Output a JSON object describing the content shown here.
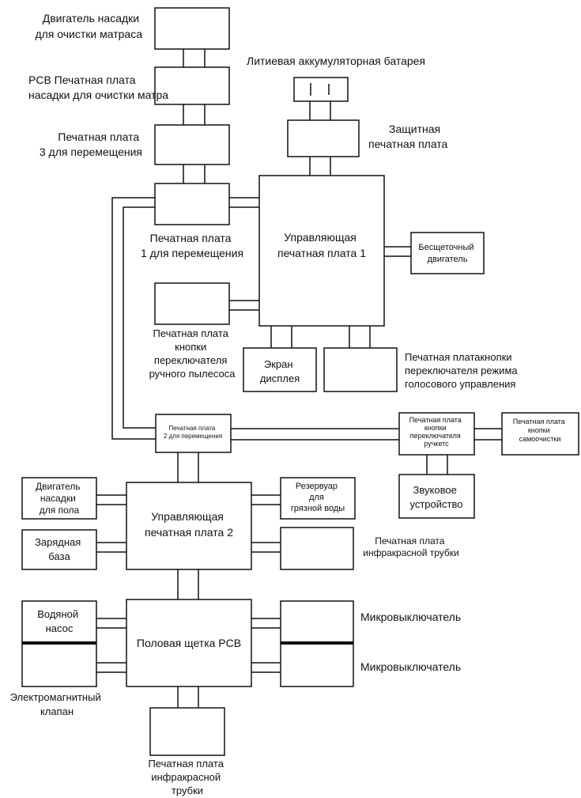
{
  "labels": {
    "mattress_motor": [
      "Двигатель насадки",
      "для очистки матраса"
    ],
    "mattress_pcb": [
      "PCB Печатная плата",
      "насадки для очистки матра"
    ],
    "move3_pcb": [
      "Печатная плата",
      "3 для перемещения"
    ],
    "battery": "Литиевая аккумуляторная батарея",
    "protect_pcb": [
      "Защитная",
      "печатная плата"
    ],
    "move1_pcb": [
      "Печатная плата",
      "1 для перемещения"
    ],
    "control1_pcb": [
      "Управляющая",
      "печатная плата 1"
    ],
    "bldc_motor": [
      "Бесщеточный",
      "двигатель"
    ],
    "handvac_btn_pcb": [
      "Печатная плата",
      "кнопки",
      "переключателя",
      "ручного пылесоса"
    ],
    "display": [
      "Экран",
      "дисплея"
    ],
    "voice_btn_pcb": [
      "Печатная платакнопки",
      "переключателя режима",
      "голосового управления"
    ],
    "move2_pcb": [
      "Печатная плата",
      "2 для перемещения"
    ],
    "handle_btn_pcb": [
      "Печатная плата",
      "кнопки",
      "переключателя",
      "ручкетс"
    ],
    "selfclean_btn_pcb": [
      "Печатная плата",
      "кнопки",
      "самоочистки"
    ],
    "sound_dev": [
      "Звуковое",
      "устройство"
    ],
    "floor_motor": [
      "Двигатель",
      "насадки",
      "для пола"
    ],
    "control2_pcb": [
      "Управляющая",
      "печатная плата 2"
    ],
    "dirty_tank": [
      "Резервуар",
      "для",
      "грязной воды"
    ],
    "charge_base": [
      "Зарядная",
      "база"
    ],
    "ir_tube_pcb_right": [
      "Печатная плата",
      "инфракрасной трубки"
    ],
    "water_pump": [
      "Водяной",
      "насос"
    ],
    "floor_brush_pcb": "Половая щетка PCB",
    "microswitch_1": "Микровыключатель",
    "microswitch_2": "Микровыключатель",
    "solenoid_valve": [
      "Электромагнитный",
      "клапан"
    ],
    "ir_tube_pcb_bottom": [
      "Печатная плата",
      "инфракрасной",
      "трубки"
    ]
  }
}
